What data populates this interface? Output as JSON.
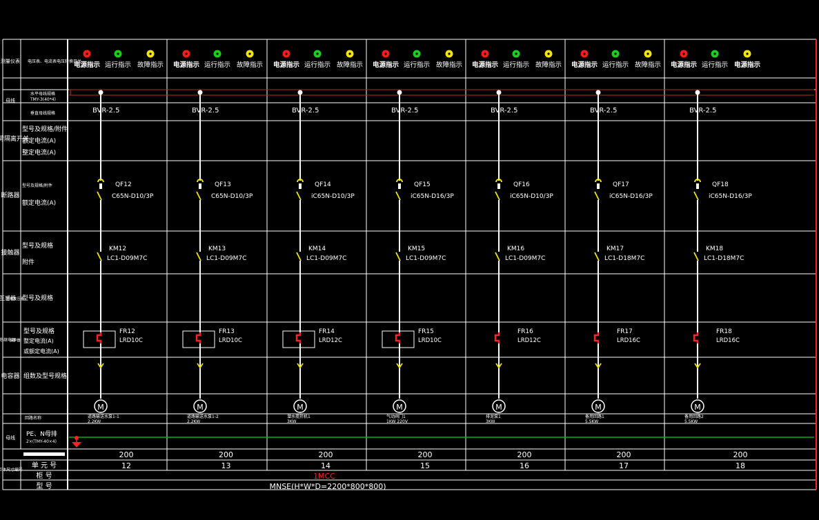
{
  "colors": {
    "background": "#000000",
    "grid": "#ffffff",
    "device": "#f2e600",
    "thermal": "#ff2020",
    "pe_bus": "#00b400",
    "bus_bar": "#b03020",
    "border_right": "#ff2020",
    "lamp_power": "#ff1a1a",
    "lamp_run": "#18d018",
    "lamp_fault": "#f2e600",
    "title": "#ff2020"
  },
  "row_labels": {
    "meter_main": "测量仪表",
    "meter_sub": "电压表、电流表电压转换开关",
    "bus_main": "母线",
    "bus_h": "水平母线规格",
    "bus_h_spec": "TMY-3(40*4)",
    "bus_v": "垂直母线规格",
    "load_switch_main": "负荷隔离开关",
    "load_switch_1": "型号及规格/附件",
    "load_switch_2": "额定电流(A)",
    "load_switch_3": "整定电流(A)",
    "breaker_main": "断路器",
    "breaker_1": "型号及规格/附件",
    "breaker_2": "额定电流(A)",
    "contactor_main": "接触器",
    "contactor_1": "型号及规格",
    "contactor_2": "附件",
    "ct_main": "互感器",
    "ct_sub": "控制变压器",
    "ct_1": "型号及规格",
    "relay_main": "热继电器",
    "relay_sub": "保护器",
    "relay_1": "型号及规格",
    "relay_2": "整定电流(A)",
    "relay_3": "或额定电流(A)",
    "capacitor_main": "电容器",
    "capacitor_1": "组数及型号规格",
    "circuit_name": "回路名称",
    "pe_main": "母线",
    "pe_1": "PE、N母排",
    "pe_2": "2×(TMY-40×4)",
    "cabinet_main": "柜体尺寸编号",
    "unit_no": "单 元 号",
    "cabinet_no": "柜 号",
    "model": "型 号"
  },
  "lamps": {
    "power": "电源指示",
    "run": "运行指示",
    "fault": "故障指示"
  },
  "columns": [
    {
      "lamp_labels": [
        "电源指示",
        "运行指示",
        "故障指示"
      ],
      "cable": "BVR-2.5",
      "qf": "QF12",
      "qf_model": "C65N-D10/3P",
      "km": "KM12",
      "km_model": "LC1-D09M7C",
      "fr": "FR12",
      "fr_model": "LRD10C",
      "fr_box": true,
      "load": "M",
      "circuit": "道路输送水泵1-1",
      "power": "2.2KW",
      "width": "200",
      "unit": "12"
    },
    {
      "lamp_labels": [
        "电源指示",
        "运行指示",
        "故障指示"
      ],
      "cable": "BVR-2.5",
      "qf": "QF13",
      "qf_model": "C65N-D10/3P",
      "km": "KM13",
      "km_model": "LC1-D09M7C",
      "fr": "FR13",
      "fr_model": "LRD10C",
      "fr_box": true,
      "load": "M",
      "circuit": "道路输送水泵1-2",
      "power": "2.2KW",
      "width": "200",
      "unit": "13"
    },
    {
      "lamp_labels": [
        "电源指示",
        "运行指示",
        "故障指示"
      ],
      "cable": "BVR-2.5",
      "qf": "QF14",
      "qf_model": "iC65N-D10/3P",
      "km": "KM14",
      "km_model": "LC1-D09M7C",
      "fr": "FR14",
      "fr_model": "LRD12C",
      "fr_box": true,
      "load": "M",
      "circuit": "潜水搅拌机1",
      "power": "3KW",
      "width": "200",
      "unit": "14"
    },
    {
      "lamp_labels": [
        "电源指示",
        "运行指示",
        "故障指示"
      ],
      "cable": "BVR-2.5",
      "qf": "QF15",
      "qf_model": "iC65N-D16/3P",
      "km": "KM15",
      "km_model": "LC1-D09M7C",
      "fr": "FR15",
      "fr_model": "LRD10C",
      "fr_box": true,
      "load": "M",
      "circuit": "气动阀门1",
      "power": "1KW 220V",
      "width": "200",
      "unit": "15"
    },
    {
      "lamp_labels": [
        "电源指示",
        "运行指示",
        "故障指示"
      ],
      "cable": "BVR-2.5",
      "qf": "QF16",
      "qf_model": "iC65N-D10/3P",
      "km": "KM16",
      "km_model": "LC1-D09M7C",
      "fr": "FR16",
      "fr_model": "LRD12C",
      "fr_box": false,
      "load": "M",
      "circuit": "排泥泵1",
      "power": "3KW",
      "width": "200",
      "unit": "16"
    },
    {
      "lamp_labels": [
        "电源指示",
        "运行指示",
        "故障指示"
      ],
      "cable": "BVR-2.5",
      "qf": "QF17",
      "qf_model": "iC65N-D16/3P",
      "km": "KM17",
      "km_model": "LC1-D18M7C",
      "fr": "FR17",
      "fr_model": "LRD16C",
      "fr_box": false,
      "load": "M",
      "circuit": "备用回路1",
      "power": "5.5KW",
      "width": "200",
      "unit": "17"
    },
    {
      "lamp_labels": [
        "电源指示",
        "运行指示",
        "电源指示"
      ],
      "cable": "BVR-2.5",
      "qf": "QF18",
      "qf_model": "iC65N-D16/3P",
      "km": "KM18",
      "km_model": "LC1-D18M7C",
      "fr": "FR18",
      "fr_model": "LRD16C",
      "fr_box": false,
      "load": "M",
      "circuit": "备用回路2",
      "power": "5.5KW",
      "width": "200",
      "unit": "18"
    }
  ],
  "footer": {
    "cabinet": "1MCC",
    "model": "MNSE(H*W*D=2200*800*800)"
  }
}
